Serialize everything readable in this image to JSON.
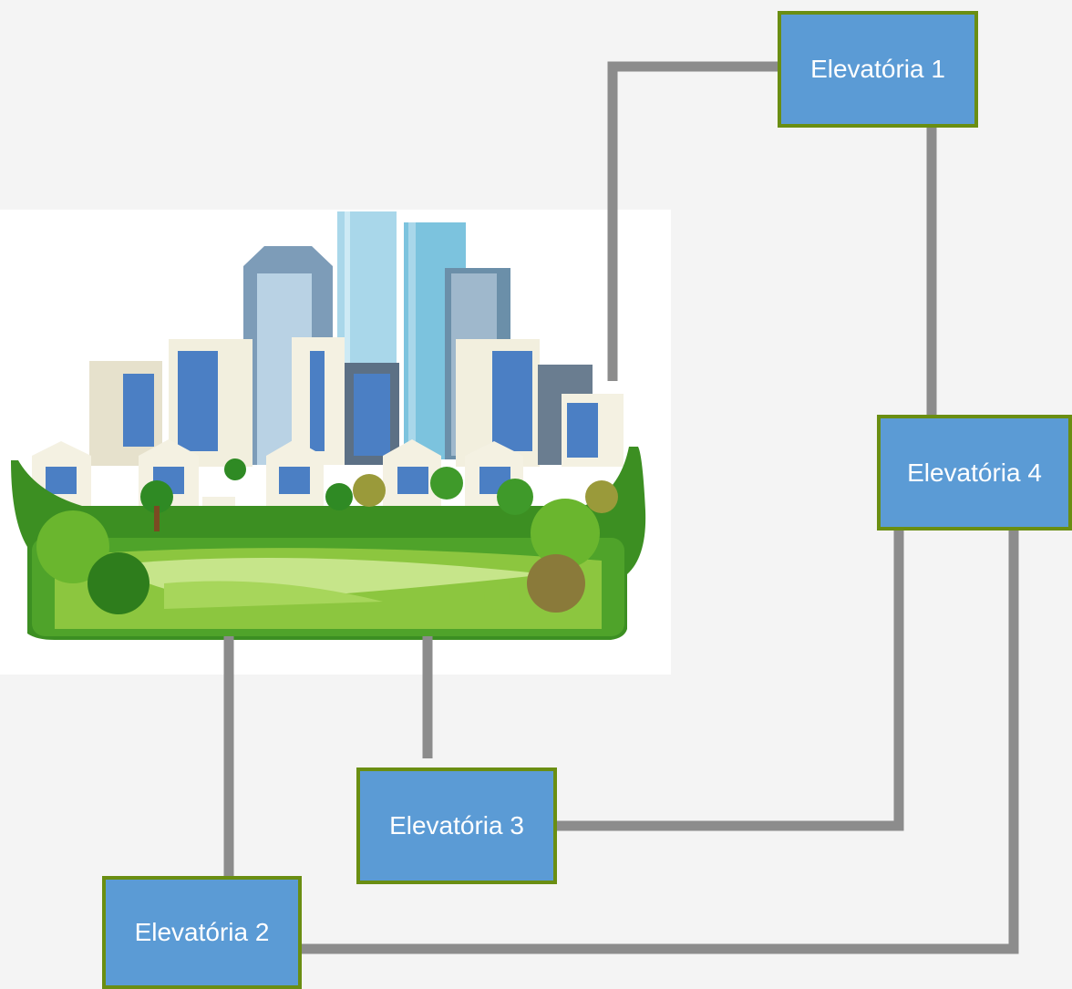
{
  "diagram": {
    "nodes": [
      {
        "id": "elevatoria-1",
        "label": "Elevatória 1"
      },
      {
        "id": "elevatoria-2",
        "label": "Elevatória 2"
      },
      {
        "id": "elevatoria-3",
        "label": "Elevatória 3"
      },
      {
        "id": "elevatoria-4",
        "label": "Elevatória 4"
      }
    ],
    "connections": [
      {
        "from": "elevatoria-1",
        "to": "city"
      },
      {
        "from": "elevatoria-1",
        "to": "elevatoria-4"
      },
      {
        "from": "elevatoria-2",
        "to": "city"
      },
      {
        "from": "elevatoria-3",
        "to": "city"
      },
      {
        "from": "elevatoria-3",
        "to": "elevatoria-4"
      },
      {
        "from": "elevatoria-2",
        "to": "elevatoria-4"
      }
    ],
    "colors": {
      "node_fill": "#5b9bd5",
      "node_border": "#6a8e12",
      "node_text": "#ffffff",
      "pipe": "#8c8c8c",
      "background": "#f4f4f4"
    },
    "illustration": "green-city-skyline"
  }
}
